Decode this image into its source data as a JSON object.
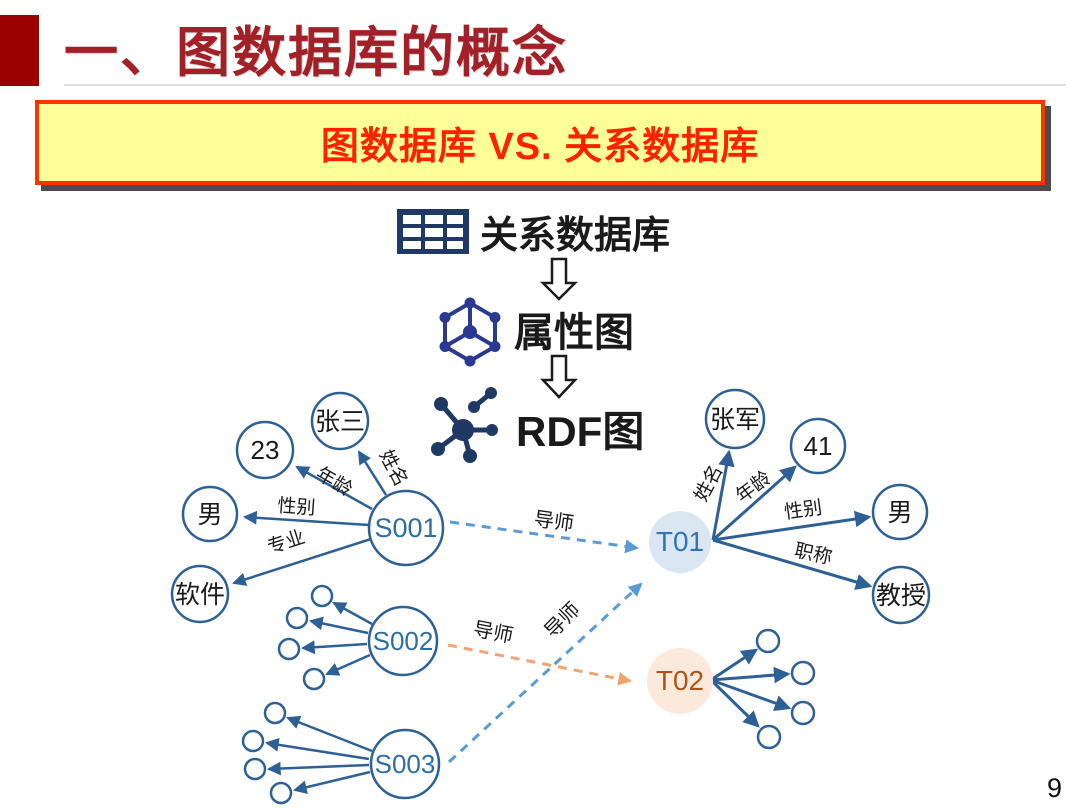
{
  "slide": {
    "page_number": "9"
  },
  "header": {
    "title": "一、图数据库的概念"
  },
  "banner": {
    "text": "图数据库 VS. 关系数据库"
  },
  "flow": {
    "items": [
      {
        "label": "关系数据库",
        "icon": "table-grid-icon"
      },
      {
        "label": "属性图",
        "icon": "hexagon-graph-icon"
      },
      {
        "label": "RDF图",
        "icon": "star-graph-icon"
      }
    ]
  },
  "graph": {
    "nodes": {
      "s001": {
        "id": "S001",
        "attrs": [
          {
            "label": "姓名",
            "value": "张三"
          },
          {
            "label": "年龄",
            "value": "23"
          },
          {
            "label": "性别",
            "value": "男"
          },
          {
            "label": "专业",
            "value": "软件"
          }
        ]
      },
      "s002": {
        "id": "S002"
      },
      "s003": {
        "id": "S003"
      },
      "t01": {
        "id": "T01",
        "attrs": [
          {
            "label": "姓名",
            "value": "张军"
          },
          {
            "label": "年龄",
            "value": "41"
          },
          {
            "label": "性别",
            "value": "男"
          },
          {
            "label": "职称",
            "value": "教授"
          }
        ]
      },
      "t02": {
        "id": "T02"
      }
    },
    "relations": [
      {
        "from": "S001",
        "to": "T01",
        "label": "导师",
        "style": "blue-dashed"
      },
      {
        "from": "S002",
        "to": "T02",
        "label": "导师",
        "style": "orange-dashed"
      },
      {
        "from": "S003",
        "to": "T01",
        "label": "导师",
        "style": "blue-dashed"
      }
    ]
  },
  "colors": {
    "title_red": "#A22128",
    "accent_square": "#990000",
    "banner_bg": "#FFFF99",
    "banner_border": "#FF3300",
    "banner_text": "#FF2200",
    "icon_navy": "#1F3864",
    "icon_royal": "#2B3990",
    "node_stroke": "#2E6095",
    "node_id_text": "#2E6DA4",
    "t01_fill": "#DAE6F2",
    "t01_text": "#2E75B6",
    "t02_fill": "#FBEADC",
    "t02_text": "#AD5517",
    "mentor_blue": "#5B9BD5",
    "mentor_orange": "#F2A470"
  }
}
